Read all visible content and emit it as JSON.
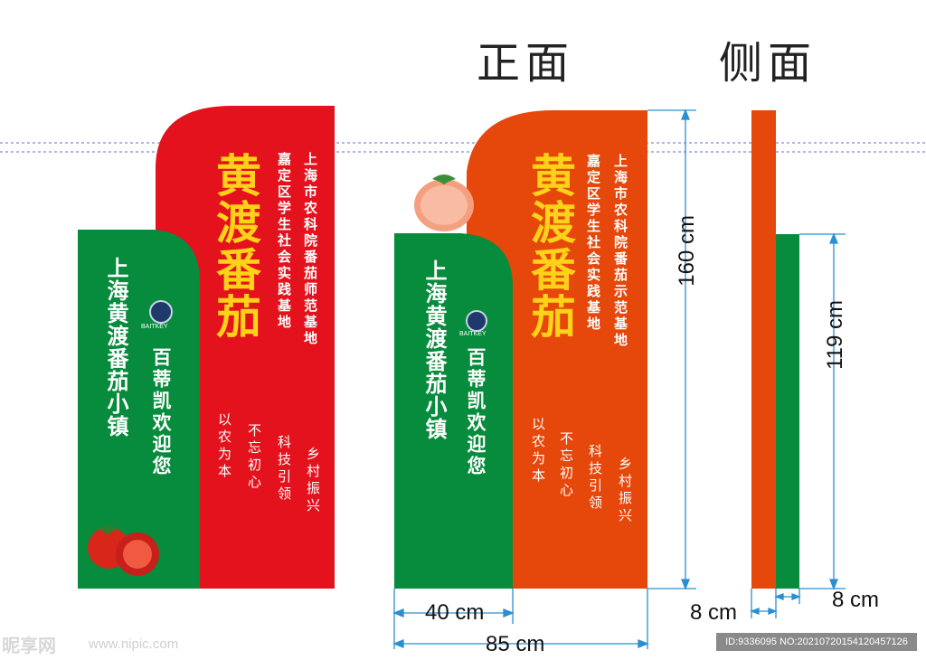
{
  "titles": {
    "front": "正面",
    "side": "侧面"
  },
  "sign": {
    "main_title": "黄渡番茄",
    "institution_line1": "上海市农科院番茄师范基地",
    "institution_line2": "嘉定区学生社会实践基地",
    "institution_line1_right": "上海市农科院番茄示范基地",
    "green_title": "上海黄渡番茄小镇",
    "brand_name": "BAITKEY",
    "welcome": "百蒂凯欢迎您",
    "slogans": [
      "乡村振兴",
      "科技引领",
      "不忘初心",
      "以农为本"
    ],
    "fruit_label": "tomato"
  },
  "dimensions": {
    "height_main": "160 cm",
    "height_green": "119 cm",
    "width_green": "40 cm",
    "width_total": "85 cm",
    "depth_red": "8 cm",
    "depth_green": "8 cm"
  },
  "colors": {
    "red": "#e3121c",
    "orange": "#e6470a",
    "green": "#078b3c",
    "gold": "#ffd21a",
    "dim_line": "#2a8fd0"
  },
  "watermark": {
    "logo": "昵享网",
    "url": "www.nipic.com",
    "id": "ID:9336095 NO:20210720154120457126"
  }
}
